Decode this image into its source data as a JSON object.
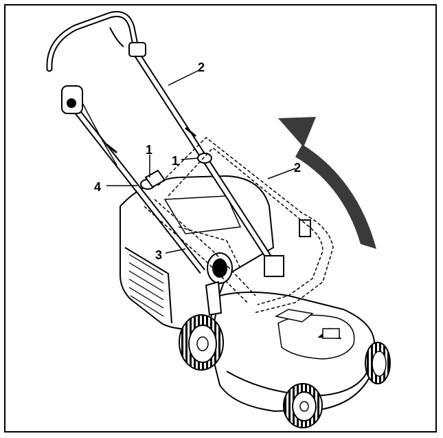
{
  "callouts": {
    "c1a": "1",
    "c1b": "1",
    "c2a": "2",
    "c2b": "2",
    "c3": "3",
    "c4": "4"
  },
  "colors": {
    "line": "#000000",
    "arrow": "#3a3a3a",
    "body_fill": "#ffffff",
    "tread": "#000000"
  },
  "icons": [
    "mower-illustration",
    "rotate-arrow-icon",
    "handle-icon",
    "cable-clip-icon",
    "grass-box-icon",
    "wheel-icon"
  ]
}
